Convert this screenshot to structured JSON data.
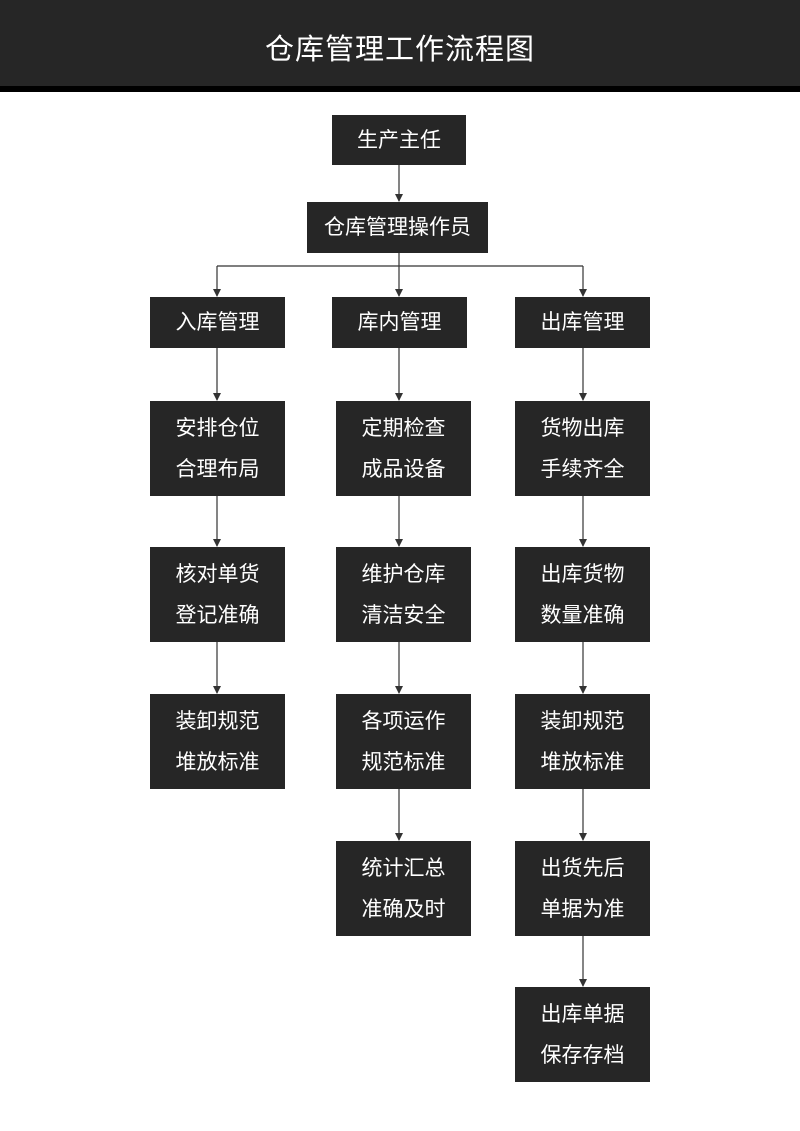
{
  "title": "仓库管理工作流程图",
  "nodes": {
    "root": "生产主任",
    "operator": "仓库管理操作员",
    "inbound": "入库管理",
    "internal": "库内管理",
    "outbound": "出库管理",
    "in1": [
      "安排仓位",
      "合理布局"
    ],
    "in2": [
      "核对单货",
      "登记准确"
    ],
    "in3": [
      "装卸规范",
      "堆放标准"
    ],
    "mid1": [
      "定期检查",
      "成品设备"
    ],
    "mid2": [
      "维护仓库",
      "清洁安全"
    ],
    "mid3": [
      "各项运作",
      "规范标准"
    ],
    "mid4": [
      "统计汇总",
      "准确及时"
    ],
    "out1": [
      "货物出库",
      "手续齐全"
    ],
    "out2": [
      "出库货物",
      "数量准确"
    ],
    "out3": [
      "装卸规范",
      "堆放标准"
    ],
    "out4": [
      "出货先后",
      "单据为准"
    ],
    "out5": [
      "出库单据",
      "保存存档"
    ]
  },
  "colors": {
    "box": "#262626",
    "text": "#ffffff",
    "line": "#333333"
  }
}
